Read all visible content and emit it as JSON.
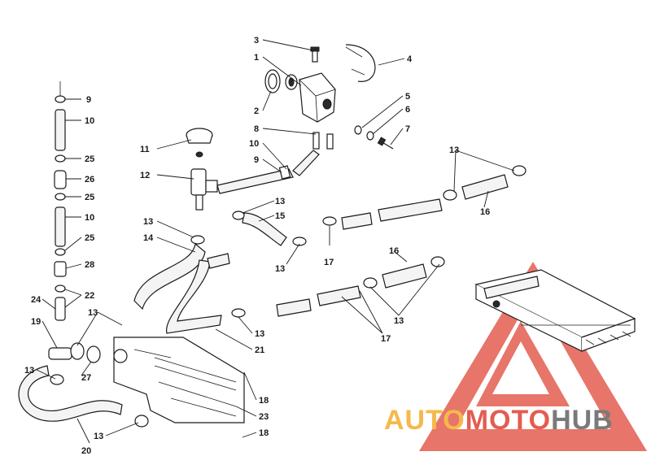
{
  "watermark": {
    "part1": "AUTO",
    "part2": "MOTO",
    "part3": "HUB",
    "color_auto": "#f5b94a",
    "color_moto": "#e35d4f",
    "color_hub": "#7a7a7a",
    "triangle_color": "#e35d4f"
  },
  "callouts": [
    {
      "label": "3"
    },
    {
      "label": "1"
    },
    {
      "label": "4"
    },
    {
      "label": "2"
    },
    {
      "label": "5"
    },
    {
      "label": "6"
    },
    {
      "label": "7"
    },
    {
      "label": "8"
    },
    {
      "label": "10"
    },
    {
      "label": "9"
    },
    {
      "label": "11"
    },
    {
      "label": "12"
    },
    {
      "label": "13"
    },
    {
      "label": "15"
    },
    {
      "label": "13"
    },
    {
      "label": "14"
    },
    {
      "label": "13"
    },
    {
      "label": "17"
    },
    {
      "label": "13"
    },
    {
      "label": "16"
    },
    {
      "label": "16"
    },
    {
      "label": "13"
    },
    {
      "label": "17"
    },
    {
      "label": "13"
    },
    {
      "label": "21"
    },
    {
      "label": "9"
    },
    {
      "label": "10"
    },
    {
      "label": "25"
    },
    {
      "label": "26"
    },
    {
      "label": "25"
    },
    {
      "label": "10"
    },
    {
      "label": "25"
    },
    {
      "label": "28"
    },
    {
      "label": "22"
    },
    {
      "label": "24"
    },
    {
      "label": "19"
    },
    {
      "label": "13"
    },
    {
      "label": "27"
    },
    {
      "label": "13"
    },
    {
      "label": "18"
    },
    {
      "label": "23"
    },
    {
      "label": "18"
    },
    {
      "label": "13"
    },
    {
      "label": "20"
    }
  ]
}
